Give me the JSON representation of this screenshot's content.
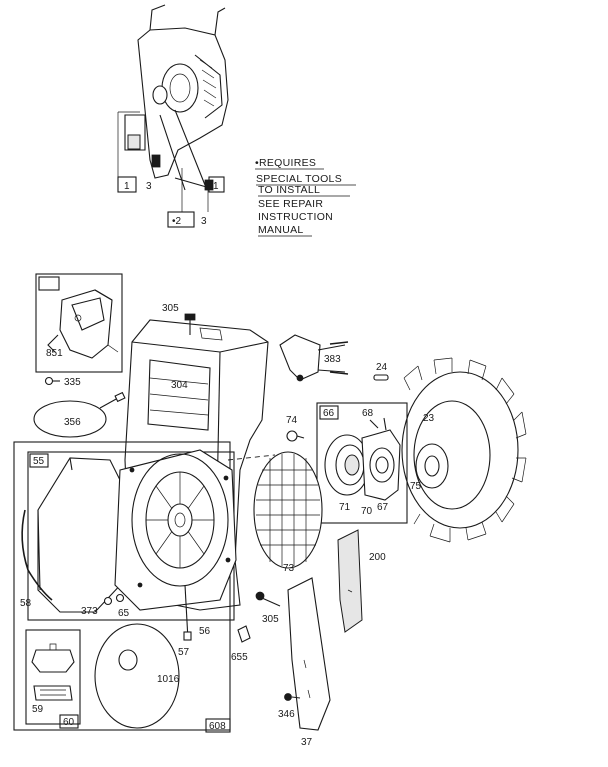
{
  "note": {
    "lines": [
      "•REQUIRES",
      "SPECIAL TOOLS",
      "TO INSTALL",
      "SEE REPAIR",
      "INSTRUCTION",
      "MANUAL"
    ]
  },
  "callouts": {
    "c1a": "1",
    "c3a": "3",
    "c1b": "1",
    "c2": "•2",
    "c3b": "3",
    "c305a": "305",
    "c383": "383",
    "c851": "851",
    "c335": "335",
    "c304": "304",
    "c24": "24",
    "c356": "356",
    "c74": "74",
    "c66": "66",
    "c68": "68",
    "c23": "23",
    "c55": "55",
    "c75": "75",
    "c71": "71",
    "c70": "70",
    "c67": "67",
    "c200": "200",
    "c73": "73",
    "c58": "58",
    "c373": "373",
    "c65": "65",
    "c305b": "305",
    "c56": "56",
    "c57": "57",
    "c655": "655",
    "c1016": "1016",
    "c59": "59",
    "c60": "60",
    "c608": "608",
    "c346": "346",
    "c37": "37"
  }
}
